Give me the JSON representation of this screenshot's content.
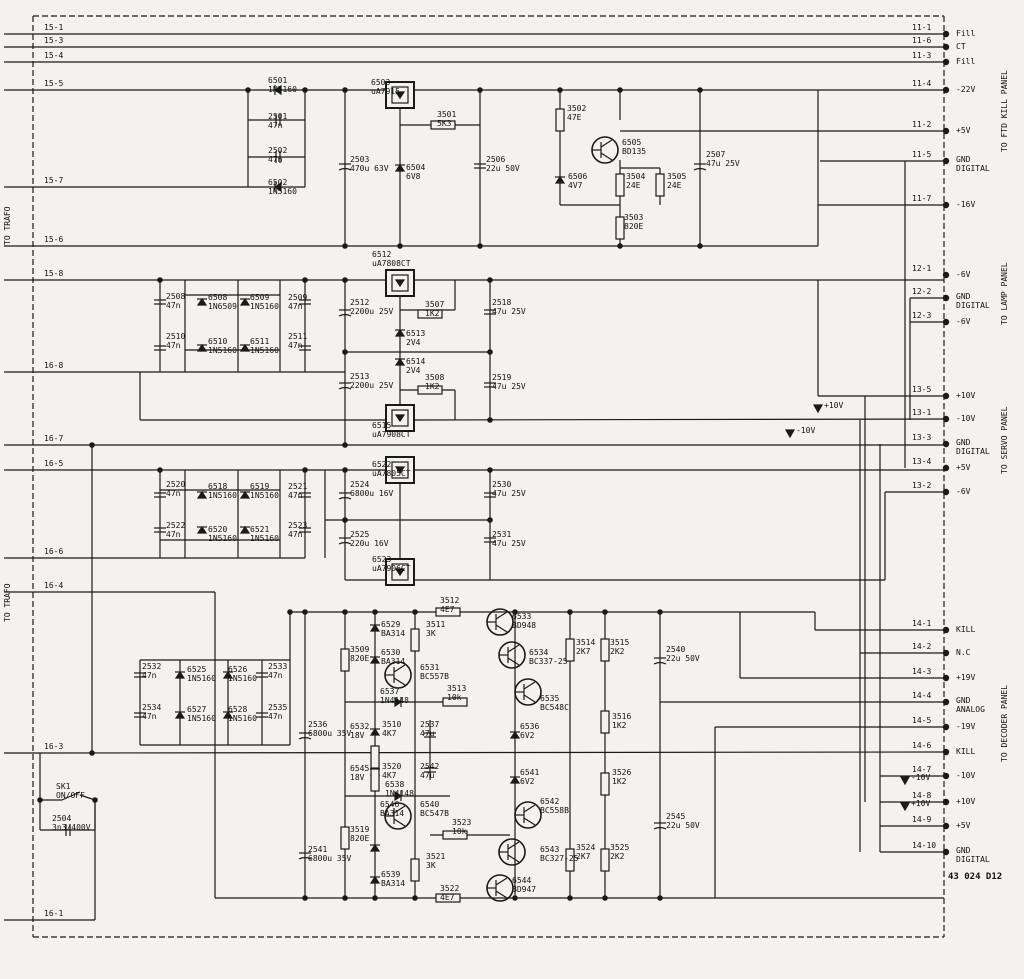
{
  "drawing_number": "43 024 D12",
  "left_connectors": [
    {
      "id": "15-1"
    },
    {
      "id": "15-3"
    },
    {
      "id": "15-4"
    },
    {
      "id": "15-5"
    },
    {
      "id": "15-7"
    },
    {
      "id": "15-6"
    },
    {
      "id": "15-8"
    },
    {
      "id": "16-8"
    },
    {
      "id": "16-7"
    },
    {
      "id": "16-5"
    },
    {
      "id": "16-6"
    },
    {
      "id": "16-4"
    },
    {
      "id": "16-3"
    },
    {
      "id": "16-1"
    }
  ],
  "right_connectors": [
    {
      "id": "11-1",
      "signal": "Fill"
    },
    {
      "id": "11-6",
      "signal": "CT"
    },
    {
      "id": "11-3",
      "signal": "Fill"
    },
    {
      "id": "11-4",
      "signal": "-22V"
    },
    {
      "id": "11-2",
      "signal": "+5V"
    },
    {
      "id": "11-5",
      "signal": "GND DIGITAL"
    },
    {
      "id": "11-7",
      "signal": "-16V"
    },
    {
      "id": "12-1",
      "signal": "-6V"
    },
    {
      "id": "12-2",
      "signal": "GND DIGITAL"
    },
    {
      "id": "12-3",
      "signal": "-6V"
    },
    {
      "id": "13-5",
      "signal": "+10V"
    },
    {
      "id": "13-1",
      "signal": "-10V"
    },
    {
      "id": "13-3",
      "signal": "GND DIGITAL"
    },
    {
      "id": "13-4",
      "signal": "+5V"
    },
    {
      "id": "13-2",
      "signal": "-6V"
    },
    {
      "id": "14-1",
      "signal": "KILL"
    },
    {
      "id": "14-2",
      "signal": "N.C"
    },
    {
      "id": "14-3",
      "signal": "+19V"
    },
    {
      "id": "14-4",
      "signal": "GND ANALOG"
    },
    {
      "id": "14-5",
      "signal": "-19V"
    },
    {
      "id": "14-6",
      "signal": "KILL"
    },
    {
      "id": "14-7",
      "signal": "-10V"
    },
    {
      "id": "14-8",
      "signal": "+10V"
    },
    {
      "id": "14-9",
      "signal": "+5V"
    },
    {
      "id": "14-10",
      "signal": "GND DIGITAL"
    }
  ],
  "side_labels": {
    "trafo_top": "TO TRAFO",
    "trafo_bottom": "TO TRAFO",
    "ftd": "TO FTD KILL PANEL",
    "lamp": "TO LAMP PANEL",
    "servo": "TO SERVO PANEL",
    "decoder": "TO DECODER PANEL"
  },
  "net_flags": [
    "+10V",
    "-10V",
    "-10V",
    "+10V"
  ],
  "components": [
    {
      "ref": "6501",
      "value": "1N5160"
    },
    {
      "ref": "2501",
      "value": "47n"
    },
    {
      "ref": "2502",
      "value": "47n"
    },
    {
      "ref": "6502",
      "value": "1N5160"
    },
    {
      "ref": "6503",
      "value": "uA7915"
    },
    {
      "ref": "3501",
      "value": "5K3"
    },
    {
      "ref": "2503",
      "value": "470u 63V"
    },
    {
      "ref": "6504",
      "value": "6V8"
    },
    {
      "ref": "2506",
      "value": "22u 50V"
    },
    {
      "ref": "3502",
      "value": "47E"
    },
    {
      "ref": "6505",
      "value": "BD135"
    },
    {
      "ref": "6506",
      "value": "4V7"
    },
    {
      "ref": "3504",
      "value": "24E"
    },
    {
      "ref": "3505",
      "value": "24E"
    },
    {
      "ref": "3503",
      "value": "820E"
    },
    {
      "ref": "2507",
      "value": "47u 25V"
    },
    {
      "ref": "2508",
      "value": "47n"
    },
    {
      "ref": "6508",
      "value": "1N6509"
    },
    {
      "ref": "6509",
      "value": "1N5160"
    },
    {
      "ref": "2509",
      "value": "47n"
    },
    {
      "ref": "2510",
      "value": "47n"
    },
    {
      "ref": "6510",
      "value": "1N5160"
    },
    {
      "ref": "6511",
      "value": "1N5160"
    },
    {
      "ref": "2511",
      "value": "47n"
    },
    {
      "ref": "6512",
      "value": "uA7808CT"
    },
    {
      "ref": "2512",
      "value": "2200u 25V"
    },
    {
      "ref": "3507",
      "value": "1K2"
    },
    {
      "ref": "2518",
      "value": "47u 25V"
    },
    {
      "ref": "6513",
      "value": "2V4"
    },
    {
      "ref": "6514",
      "value": "2V4"
    },
    {
      "ref": "2513",
      "value": "2200u 25V"
    },
    {
      "ref": "3508",
      "value": "1K2"
    },
    {
      "ref": "2519",
      "value": "47u 25V"
    },
    {
      "ref": "6515",
      "value": "uA7908CT"
    },
    {
      "ref": "2520",
      "value": "47n"
    },
    {
      "ref": "6518",
      "value": "1N5160"
    },
    {
      "ref": "6519",
      "value": "1N5160"
    },
    {
      "ref": "2521",
      "value": "47n"
    },
    {
      "ref": "6522",
      "value": "uA7805CT"
    },
    {
      "ref": "2524",
      "value": "6800u 16V"
    },
    {
      "ref": "2530",
      "value": "47u 25V"
    },
    {
      "ref": "2522",
      "value": "47n"
    },
    {
      "ref": "6520",
      "value": "1N5160"
    },
    {
      "ref": "6521",
      "value": "1N5160"
    },
    {
      "ref": "2523",
      "value": "47n"
    },
    {
      "ref": "2525",
      "value": "220u 16V"
    },
    {
      "ref": "2531",
      "value": "47u 25V"
    },
    {
      "ref": "6523",
      "value": "uA7906CT"
    },
    {
      "ref": "3512",
      "value": "4E7"
    },
    {
      "ref": "6529",
      "value": "BA314"
    },
    {
      "ref": "3511",
      "value": "3K"
    },
    {
      "ref": "6533",
      "value": "BD948"
    },
    {
      "ref": "3509",
      "value": "820E"
    },
    {
      "ref": "6530",
      "value": "BA314"
    },
    {
      "ref": "6531",
      "value": "BC557B"
    },
    {
      "ref": "6534",
      "value": "BC337-25"
    },
    {
      "ref": "3514",
      "value": "2K7"
    },
    {
      "ref": "3515",
      "value": "2K2"
    },
    {
      "ref": "2540",
      "value": "22u 50V"
    },
    {
      "ref": "2532",
      "value": "47n"
    },
    {
      "ref": "6525",
      "value": "1N5160"
    },
    {
      "ref": "6526",
      "value": "1N5160"
    },
    {
      "ref": "2533",
      "value": "47n"
    },
    {
      "ref": "6537",
      "value": "1N4148"
    },
    {
      "ref": "3513",
      "value": "10k"
    },
    {
      "ref": "6535",
      "value": "BC548C"
    },
    {
      "ref": "2534",
      "value": "47n"
    },
    {
      "ref": "6527",
      "value": "1N5160"
    },
    {
      "ref": "6528",
      "value": "1N5160"
    },
    {
      "ref": "2535",
      "value": "47n"
    },
    {
      "ref": "3516",
      "value": "1K2"
    },
    {
      "ref": "2536",
      "value": "6800u 35V"
    },
    {
      "ref": "6532",
      "value": "18V"
    },
    {
      "ref": "3510",
      "value": "4K7"
    },
    {
      "ref": "2537",
      "value": "47u"
    },
    {
      "ref": "6536",
      "value": "6V2"
    },
    {
      "ref": "6545",
      "value": "18V"
    },
    {
      "ref": "3520",
      "value": "4K7"
    },
    {
      "ref": "2542",
      "value": "47u"
    },
    {
      "ref": "6541",
      "value": "6V2"
    },
    {
      "ref": "3526",
      "value": "1K2"
    },
    {
      "ref": "6538",
      "value": "1N4148"
    },
    {
      "ref": "6546",
      "value": "BA314"
    },
    {
      "ref": "6540",
      "value": "BC547B"
    },
    {
      "ref": "6542",
      "value": "BC558B"
    },
    {
      "ref": "3523",
      "value": "10k"
    },
    {
      "ref": "2545",
      "value": "22u 50V"
    },
    {
      "ref": "3519",
      "value": "820E"
    },
    {
      "ref": "2541",
      "value": "6800u 35V"
    },
    {
      "ref": "6543",
      "value": "BC327-25"
    },
    {
      "ref": "3524",
      "value": "2K7"
    },
    {
      "ref": "3525",
      "value": "2K2"
    },
    {
      "ref": "3521",
      "value": "3K"
    },
    {
      "ref": "6539",
      "value": "BA314"
    },
    {
      "ref": "6544",
      "value": "BD947"
    },
    {
      "ref": "3522",
      "value": "4E7"
    },
    {
      "ref": "SK1",
      "value": "ON/OFF"
    },
    {
      "ref": "2504",
      "value": "3n3/400V"
    }
  ],
  "colors": {
    "paper": "#f4f2ec",
    "ink": "#1a1a1a"
  }
}
